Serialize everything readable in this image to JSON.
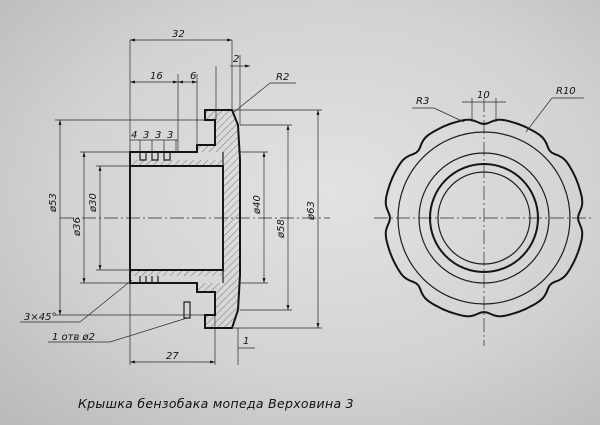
{
  "dimensions": {
    "d32": "32",
    "d16": "16",
    "d6": "6",
    "d2": "2",
    "r2": "R2",
    "d4": "4",
    "d3a": "3",
    "d3b": "3",
    "d3c": "3",
    "phi53": "ø53",
    "phi36": "ø36",
    "phi30": "ø30",
    "phi40": "ø40",
    "phi58": "ø58",
    "phi63": "ø63",
    "chamfer": "3×45°",
    "hole": "1 отв ø2",
    "d27": "27",
    "d1": "1",
    "r3": "R3",
    "d10": "10",
    "r10": "R10"
  },
  "caption": "Крышка бензобака мопеда Верховина 3"
}
